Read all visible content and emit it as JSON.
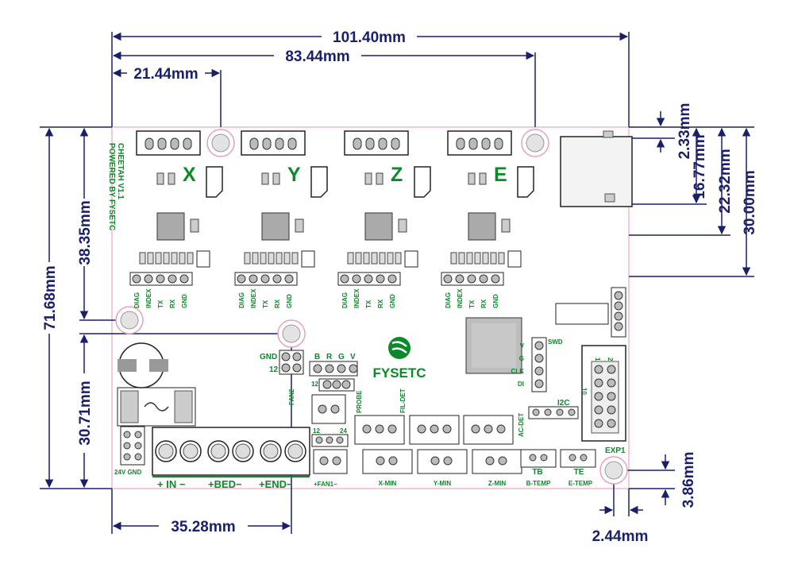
{
  "dimensions": {
    "width_total": "101.40mm",
    "hole_span": "83.44mm",
    "hole_offset_x": "21.44mm",
    "height_total": "71.68mm",
    "upper_height": "38.35mm",
    "lower_height": "30.71mm",
    "hole_bottom_x": "35.28mm",
    "exp_hole_x": "2.44mm",
    "exp_hole_y": "3.86mm",
    "right_2_33": "2.33mm",
    "right_16_77": "16.77mm",
    "right_22_32": "22.32mm",
    "right_30_00": "30.00mm"
  },
  "board": {
    "title_line1": "CHEETAH V1.1",
    "title_line2": "POWERED BY FYSETC",
    "axes": [
      "X",
      "Y",
      "Z",
      "E"
    ],
    "driver_pins": [
      "DIAG",
      "INDEX",
      "TX",
      "RX",
      "GND"
    ],
    "brand": "FYSETC",
    "led_label_gnd": "GND",
    "led_label_12": "12",
    "rgb_labels": [
      "B",
      "R",
      "G",
      "V"
    ],
    "rgb_12": "12",
    "fan2": "FAN2",
    "probe": "PROBE",
    "fil_det": "FIL-DET",
    "ac_det": "AC-DET",
    "i2c": "I2C",
    "swd": "SWD",
    "swd_pins": [
      "V",
      "G",
      "CLK",
      "DI"
    ],
    "exp_pins_top": "2",
    "exp_pins_left": "1",
    "exp_10": "10",
    "exp1": "EXP1",
    "fan_sel_12": "12",
    "fan_sel_24": "24",
    "power_sel": "24V  GND",
    "power_in": "+ IN −",
    "power_bed": "+BED−",
    "power_end": "+END−",
    "fan1": "+FAN1−",
    "endstops": [
      "X-MIN",
      "Y-MIN",
      "Z-MIN"
    ],
    "tb": "TB",
    "te": "TE",
    "btemp": "B-TEMP",
    "etemp": "E-TEMP"
  }
}
